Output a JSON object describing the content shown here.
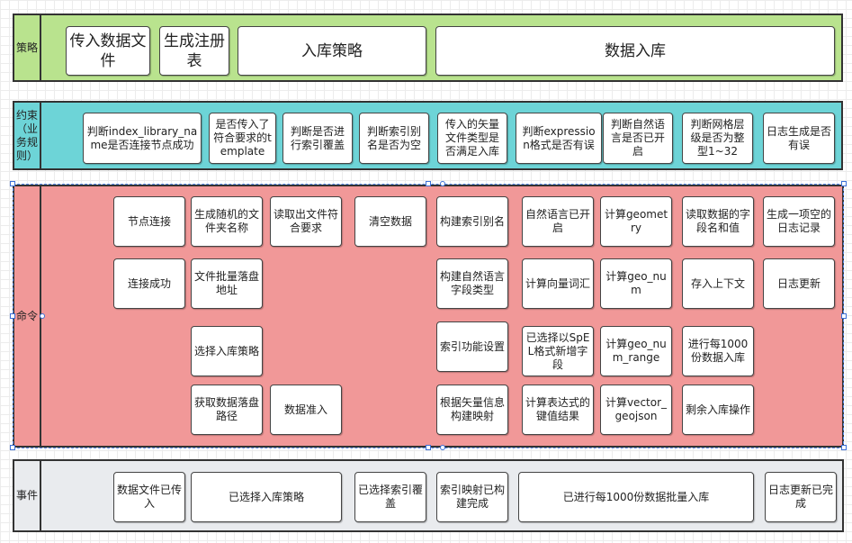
{
  "colors": {
    "strategy": "#b9e38e",
    "constraint": "#6dd4d7",
    "command": "#f19898",
    "event": "#e9ebee"
  },
  "lanes": {
    "strategy": {
      "label": "策略"
    },
    "constraint": {
      "label": "约束（业务规则）"
    },
    "command": {
      "label": "命令"
    },
    "event": {
      "label": "事件"
    }
  },
  "strategy": {
    "b1": "传入数据文件",
    "b2": "生成注册表",
    "b3": "入库策略",
    "b4": "数据入库"
  },
  "constraint": {
    "c1": "判断index_library_name是否连接节点成功",
    "c2": "是否传入了符合要求的template",
    "c3": "判断是否进行索引覆盖",
    "c4": "判断索引别名是否为空",
    "c5": "传入的矢量文件类型是否满足入库",
    "c6": "判断expression格式是否有误",
    "c7": "判断自然语言是否已开启",
    "c8": "判断网格层级是否为整型1~32",
    "c9": "日志生成是否有误"
  },
  "command": {
    "m1": "节点连接",
    "m2": "连接成功",
    "m3": "生成随机的文件夹名称",
    "m4": "文件批量落盘地址",
    "m5": "选择入库策略",
    "m6": "获取数据落盘路径",
    "m7": "读取出文件符合要求",
    "m8": "数据准入",
    "m9": "清空数据",
    "m10": "构建索引别名",
    "m11": "构建自然语言字段类型",
    "m12": "索引功能设置",
    "m13": "根据矢量信息构建映射",
    "m14": "自然语言已开启",
    "m15": "计算向量词汇",
    "m16": "已选择以SpEL格式新增字段",
    "m17": "计算表达式的键值结果",
    "m18": "计算geometry",
    "m19": "计算geo_num",
    "m20": "计算geo_num_range",
    "m21": "计算vector_geojson",
    "m22": "读取数据的字段名和值",
    "m23": "存入上下文",
    "m24": "进行每1000份数据入库",
    "m25": "剩余入库操作",
    "m26": "生成一项空的日志记录",
    "m27": "日志更新"
  },
  "event": {
    "e1": "数据文件已传入",
    "e2": "已选择入库策略",
    "e3": "已选择索引覆盖",
    "e4": "索引映射已构建完成",
    "e5": "已进行每1000份数据批量入库",
    "e6": "日志更新已完成"
  }
}
